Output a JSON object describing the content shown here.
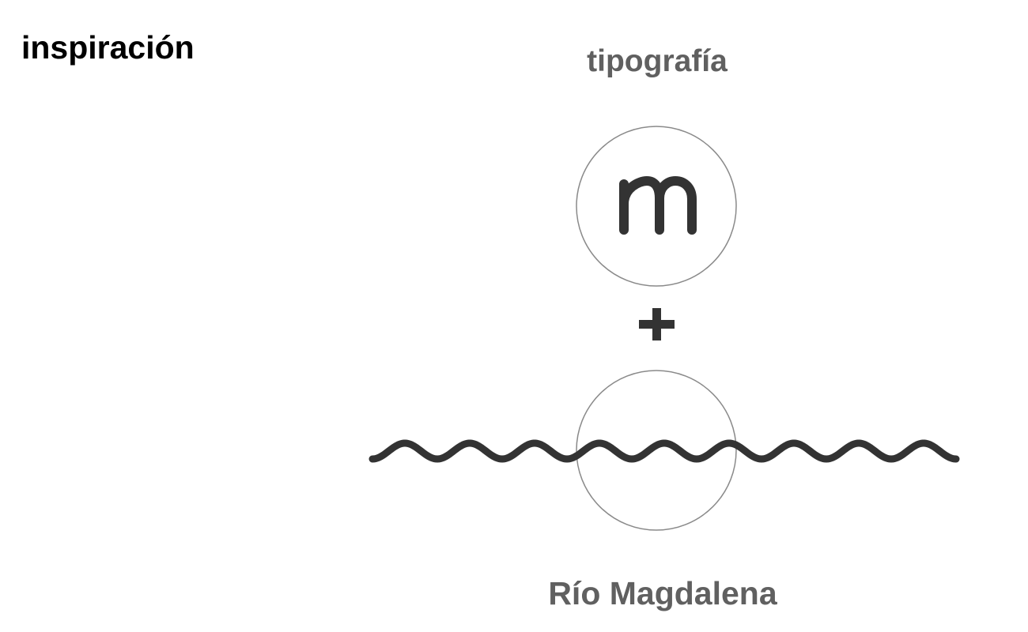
{
  "heading": "inspiración",
  "diagram": {
    "top_label": "tipografía",
    "letter_glyph": "m",
    "operator": "+",
    "bottom_label": "Río Magdalena",
    "stroke_color": "#333333",
    "circle_color": "#8a8a8a",
    "label_color": "#606060"
  }
}
